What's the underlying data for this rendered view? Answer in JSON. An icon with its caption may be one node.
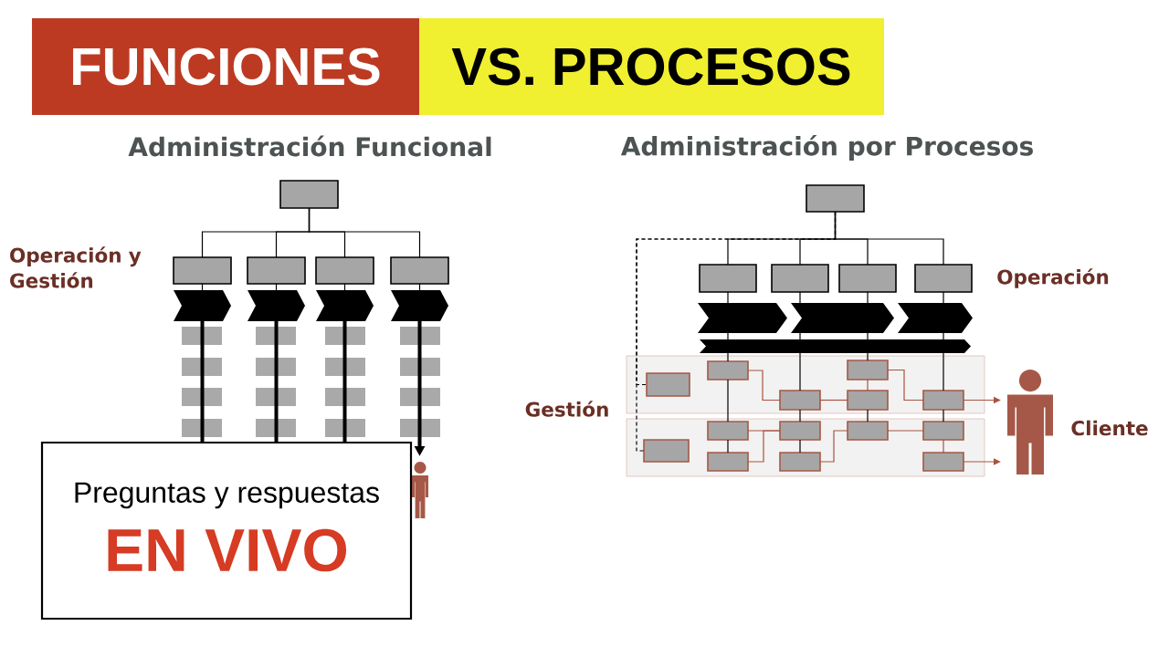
{
  "diagram": {
    "nodes": [
      {
        "text": [
          "FUNCIONES"
        ]
      },
      {
        "text": [
          "VS. PROCESOS"
        ]
      },
      {
        "text": [],
        "shape": "box"
      },
      {
        "text": [],
        "shape": "box"
      },
      {
        "text": [],
        "shape": "box"
      },
      {
        "text": [],
        "shape": "box"
      },
      {
        "text": [],
        "shape": "box"
      },
      {
        "text": [],
        "shape": "chevron"
      },
      {
        "text": [],
        "shape": "chevron"
      },
      {
        "text": [],
        "shape": "chevron"
      },
      {
        "text": [],
        "shape": "chevron"
      },
      {
        "text": [],
        "shape": "person"
      },
      {
        "text": [
          "Preguntas y respuestas",
          "EN VIVO"
        ]
      },
      {
        "text": [],
        "shape": "box"
      },
      {
        "text": [],
        "shape": "box"
      },
      {
        "text": [],
        "shape": "box"
      },
      {
        "text": [],
        "shape": "box"
      },
      {
        "text": [],
        "shape": "box"
      },
      {
        "text": [],
        "shape": "chevron"
      },
      {
        "text": [],
        "shape": "chevron"
      },
      {
        "text": [],
        "shape": "chevron"
      },
      {
        "text": [],
        "shape": "bar"
      },
      {
        "text": [],
        "shape": "band"
      },
      {
        "text": [],
        "shape": "box",
        "in": 22
      },
      {
        "text": [],
        "shape": "box",
        "in": 22
      },
      {
        "text": [],
        "shape": "box",
        "in": 22
      },
      {
        "text": [],
        "shape": "box",
        "in": 22
      },
      {
        "text": [],
        "shape": "box",
        "in": 22
      },
      {
        "text": [],
        "shape": "box",
        "in": 22
      },
      {
        "text": [],
        "shape": "band"
      },
      {
        "text": [],
        "shape": "box",
        "in": 29
      },
      {
        "text": [],
        "shape": "box",
        "in": 29
      },
      {
        "text": [],
        "shape": "box",
        "in": 29
      },
      {
        "text": [],
        "shape": "box",
        "in": 29
      },
      {
        "text": [],
        "shape": "box",
        "in": 29
      },
      {
        "text": [],
        "shape": "box",
        "in": 29
      },
      {
        "text": [],
        "shape": "box",
        "in": 29
      },
      {
        "text": [],
        "shape": "box",
        "in": 29
      },
      {
        "text": [],
        "shape": "person",
        "beside": [
          "Cliente"
        ]
      }
    ],
    "edges": [
      {
        "from": 2,
        "to": 3,
        "arrow": "none"
      },
      {
        "from": 2,
        "to": 4,
        "arrow": "none"
      },
      {
        "from": 2,
        "to": 5,
        "arrow": "none"
      },
      {
        "from": 2,
        "to": 6,
        "arrow": "none"
      },
      {
        "from": 3,
        "to": 7,
        "arrow": "none"
      },
      {
        "from": 4,
        "to": 8,
        "arrow": "none"
      },
      {
        "from": 5,
        "to": 9,
        "arrow": "none"
      },
      {
        "from": 6,
        "to": 10,
        "arrow": "none"
      },
      {
        "from": 7,
        "to": 12,
        "arrow": "none",
        "style": "thick"
      },
      {
        "from": 8,
        "to": 12,
        "arrow": "none",
        "style": "thick"
      },
      {
        "from": 9,
        "to": 12,
        "arrow": "none",
        "style": "thick"
      },
      {
        "from": 10,
        "to": 11,
        "arrow": "to",
        "style": "thick"
      },
      {
        "from": 13,
        "to": 14,
        "arrow": "none"
      },
      {
        "from": 13,
        "to": 15,
        "arrow": "none"
      },
      {
        "from": 13,
        "to": 16,
        "arrow": "none"
      },
      {
        "from": 13,
        "to": 17,
        "arrow": "none"
      },
      {
        "from": 13,
        "to": 23,
        "arrow": "none",
        "style": "dashed"
      },
      {
        "from": 13,
        "to": 30,
        "arrow": "none",
        "style": "dashed"
      },
      {
        "from": 14,
        "to": 18,
        "arrow": "none"
      },
      {
        "from": 15,
        "to": 19,
        "arrow": "none"
      },
      {
        "from": 16,
        "to": 19,
        "arrow": "none"
      },
      {
        "from": 17,
        "to": 20,
        "arrow": "none"
      },
      {
        "from": 18,
        "to": 21,
        "arrow": "none"
      },
      {
        "from": 19,
        "to": 21,
        "arrow": "none"
      },
      {
        "from": 19,
        "to": 21,
        "arrow": "none"
      },
      {
        "from": 20,
        "to": 21,
        "arrow": "none"
      },
      {
        "from": 21,
        "to": 24,
        "arrow": "none"
      },
      {
        "from": 21,
        "to": 26,
        "arrow": "none"
      },
      {
        "from": 21,
        "to": 25,
        "arrow": "none"
      },
      {
        "from": 21,
        "to": 28,
        "arrow": "none"
      },
      {
        "from": 24,
        "to": 31,
        "arrow": "none"
      },
      {
        "from": 31,
        "to": 35,
        "arrow": "none"
      },
      {
        "from": 26,
        "to": 32,
        "arrow": "none"
      },
      {
        "from": 32,
        "to": 36,
        "arrow": "none"
      },
      {
        "from": 27,
        "to": 33,
        "arrow": "none"
      },
      {
        "from": 28,
        "to": 34,
        "arrow": "none"
      },
      {
        "from": 24,
        "to": 26,
        "arrow": "none",
        "color": "#a8533f"
      },
      {
        "from": 26,
        "to": 27,
        "arrow": "none",
        "color": "#a8533f"
      },
      {
        "from": 27,
        "to": 25,
        "arrow": "none",
        "color": "#a8533f"
      },
      {
        "from": 25,
        "to": 28,
        "arrow": "none",
        "color": "#a8533f"
      },
      {
        "from": 28,
        "to": 38,
        "arrow": "to",
        "color": "#a8533f"
      },
      {
        "from": 31,
        "to": 32,
        "arrow": "none",
        "color": "#a8533f"
      },
      {
        "from": 35,
        "to": 32,
        "arrow": "none",
        "color": "#a8533f"
      },
      {
        "from": 36,
        "to": 33,
        "arrow": "none",
        "color": "#a8533f"
      },
      {
        "from": 33,
        "to": 34,
        "arrow": "none",
        "color": "#a8533f"
      },
      {
        "from": 34,
        "to": 37,
        "arrow": "none",
        "color": "#a8533f"
      },
      {
        "from": 37,
        "to": 38,
        "arrow": "to",
        "color": "#a8533f"
      }
    ],
    "labels": [
      "Administración Funcional",
      "Administración por Procesos",
      "Operación y Gestión",
      "Operación",
      "Gestión"
    ]
  }
}
